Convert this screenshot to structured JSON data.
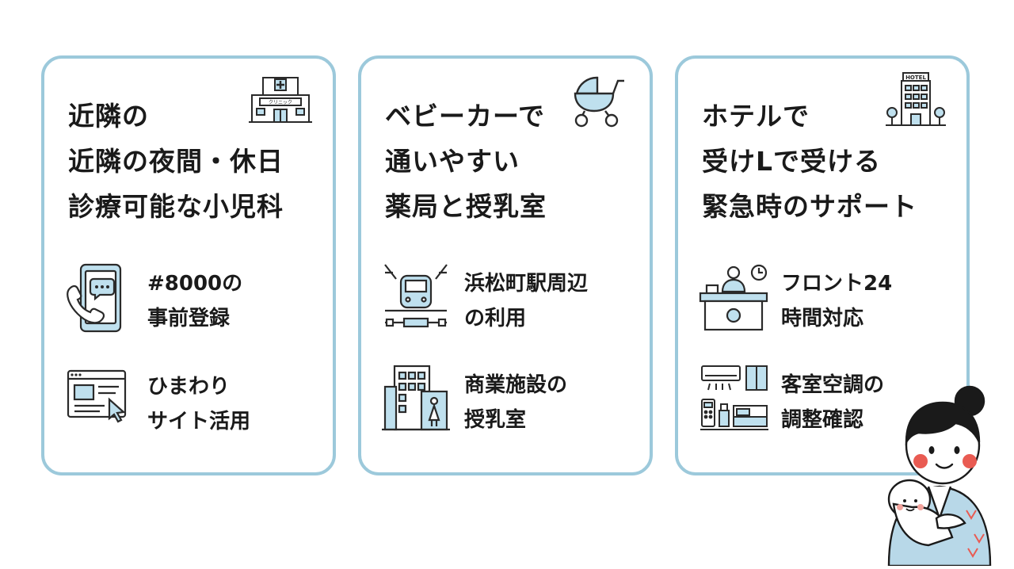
{
  "cards": [
    {
      "title_lines": [
        "近隣の",
        "近隣の夜間・休日",
        "診療可能な小児科"
      ],
      "header_icon": "clinic-building-icon",
      "header_icon_label": "クリニック",
      "items": [
        {
          "icon": "phone-chat-icon",
          "lines": [
            "#8000の",
            "事前登録"
          ]
        },
        {
          "icon": "browser-cursor-icon",
          "lines": [
            "ひまわり",
            "サイト活用"
          ]
        }
      ]
    },
    {
      "title_lines": [
        "ベビーカーで",
        "通いやすい",
        "薬局と授乳室"
      ],
      "header_icon": "stroller-icon",
      "items": [
        {
          "icon": "train-icon",
          "lines": [
            "浜松町駅周辺",
            "の利用"
          ]
        },
        {
          "icon": "nursing-room-building-icon",
          "lines": [
            "商業施設の",
            "授乳室"
          ]
        }
      ]
    },
    {
      "title_lines": [
        "ホテルで",
        "受けLで受ける",
        "緊急時のサポート"
      ],
      "header_icon": "hotel-building-icon",
      "header_icon_label": "HOTEL",
      "items": [
        {
          "icon": "front-desk-icon",
          "lines": [
            "フロント24",
            "時間対応"
          ]
        },
        {
          "icon": "air-conditioner-room-icon",
          "lines": [
            "客室空調の",
            "調整確認"
          ]
        }
      ]
    }
  ],
  "colors": {
    "border": "#9cc9db",
    "icon_fill": "#bfe0ee",
    "icon_stroke": "#2a2a2a",
    "kimono": "#b8d8e8",
    "cheek": "#e95b52"
  }
}
